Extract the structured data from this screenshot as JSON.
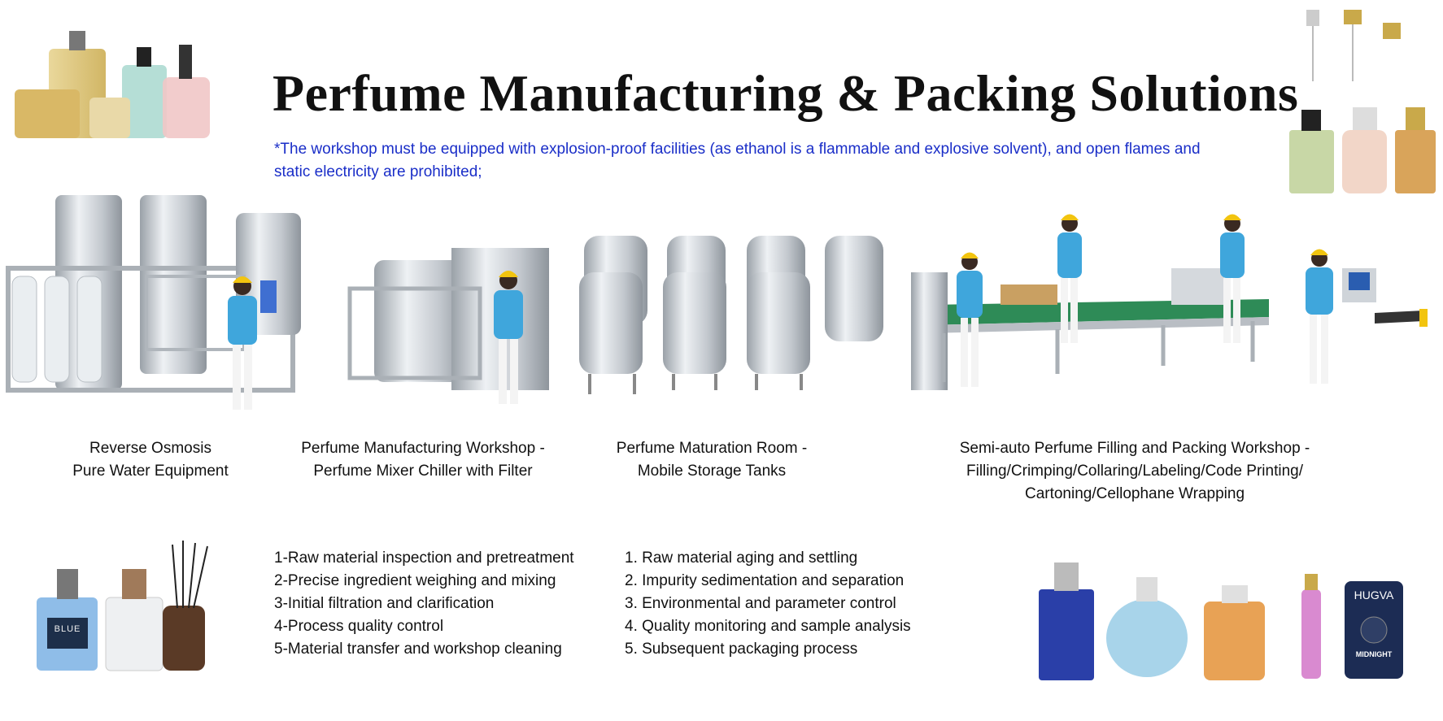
{
  "title": "Perfume Manufacturing & Packing Solutions",
  "note": "*The workshop must be equipped with explosion-proof facilities (as ethanol is a flammable and explosive solvent), and open flames and static electricity are prohibited;",
  "captions": [
    {
      "line1": "Reverse Osmosis",
      "line2": "Pure Water Equipment"
    },
    {
      "line1": "Perfume Manufacturing Workshop -",
      "line2": "Perfume Mixer Chiller with Filter"
    },
    {
      "line1": "Perfume Maturation Room -",
      "line2": "Mobile Storage Tanks"
    },
    {
      "line1": "Semi-auto Perfume Filling and Packing Workshop -",
      "line2": "Filling/Crimping/Collaring/Labeling/Code Printing/",
      "line3": "Cartoning/Cellophane Wrapping"
    }
  ],
  "steps_manufacturing": [
    "1-Raw material inspection and pretreatment",
    "2-Precise ingredient weighing and mixing",
    "3-Initial filtration and clarification",
    "4-Process quality control",
    "5-Material transfer and workshop cleaning"
  ],
  "steps_maturation": [
    "1. Raw material aging and settling",
    "2. Impurity sedimentation and separation",
    "3. Environmental and parameter control",
    "4. Quality monitoring and sample analysis",
    "5. Subsequent packaging process"
  ],
  "product_labels": {
    "blue_bottle": "BLUE",
    "hugva_name": "HUGVA",
    "hugva_sub": "MIDNIGHT"
  },
  "colors": {
    "steel": "#c9ced4",
    "worker_shirt": "#3fa6dc",
    "helmet": "#f2c40f",
    "conveyor": "#2e8b57",
    "note_text": "#1a2ec8"
  }
}
